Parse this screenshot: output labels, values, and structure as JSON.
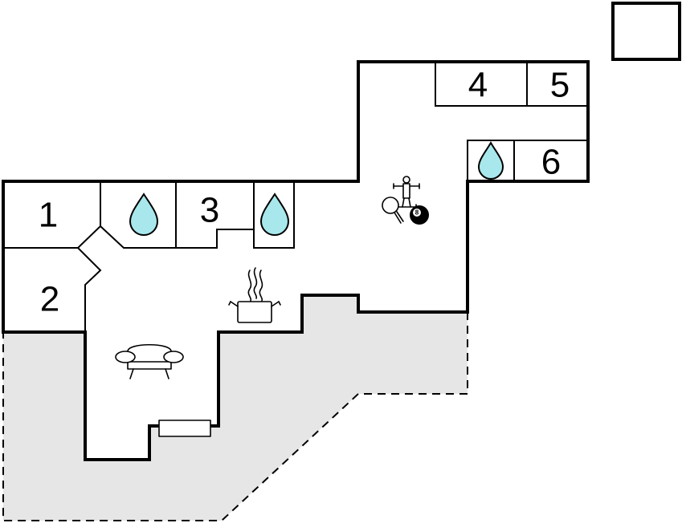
{
  "rooms": [
    {
      "id": "bedroom-1",
      "number": "1"
    },
    {
      "id": "bedroom-2",
      "number": "2"
    },
    {
      "id": "bedroom-3",
      "number": "3"
    },
    {
      "id": "bedroom-4",
      "number": "4"
    },
    {
      "id": "bedroom-5",
      "number": "5"
    },
    {
      "id": "bedroom-6",
      "number": "6"
    }
  ],
  "legend_icons": {
    "bathroom": "water-drop-icon",
    "kitchen": "cooking-pot-icon",
    "living_room": "sofa-icon",
    "fireplace": "fireplace-icon",
    "activity_room": "table-football-icon",
    "table_tennis": "table-tennis-icon",
    "billiards": "billiard-ball-icon",
    "billiard_ball_label": "8"
  },
  "colors": {
    "wall": "#000000",
    "terrace": "#e6e6e6",
    "water": "#a8e8ec",
    "background": "#ffffff"
  }
}
